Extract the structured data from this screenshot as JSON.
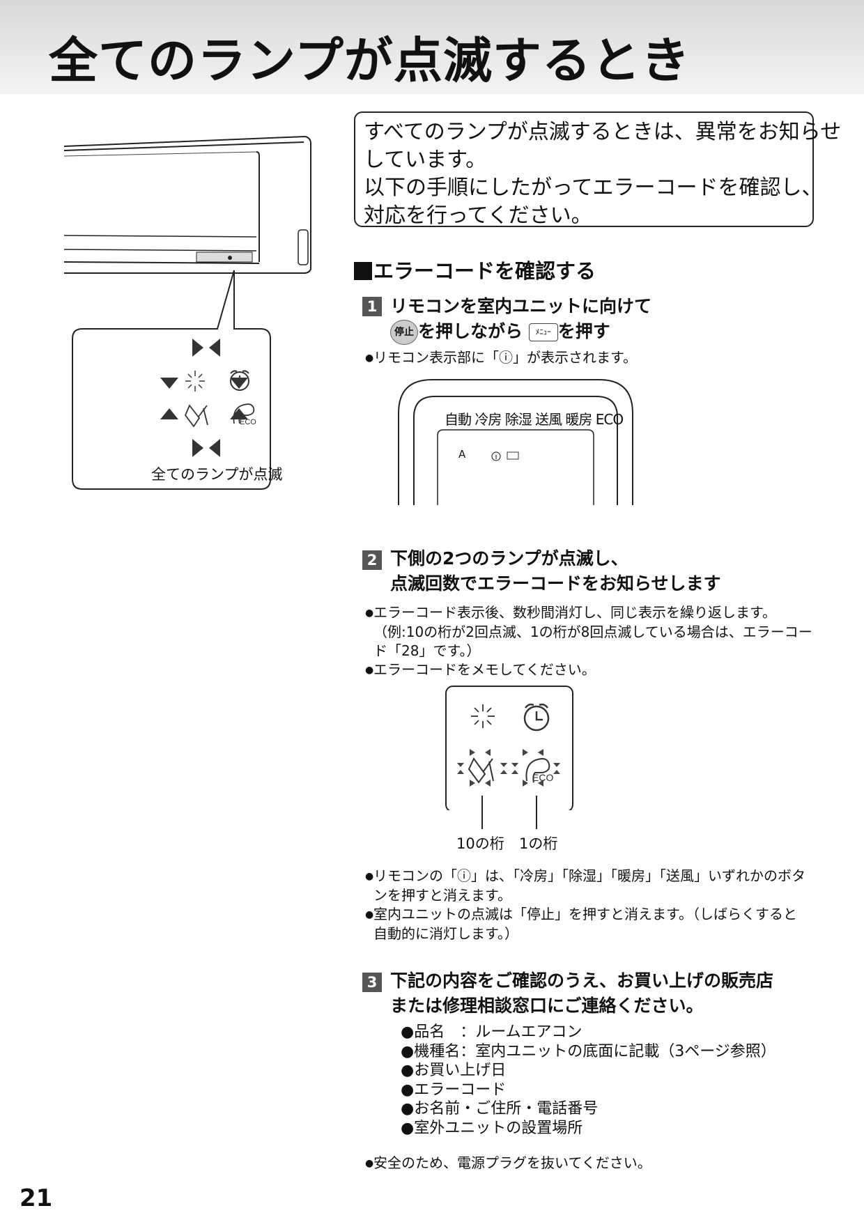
{
  "header": {
    "title": "全てのランプが点滅するとき"
  },
  "intro": {
    "lines": [
      "すべてのランプが点滅するときは、異常をお知らせ",
      "しています。",
      "以下の手順にしたがってエラーコードを確認し、",
      "対応を行ってください。"
    ]
  },
  "unit_figure": {
    "caption": "全てのランプが点滅"
  },
  "section": {
    "title": "エラーコードを確認する"
  },
  "step1": {
    "num": "1",
    "line1": "リモコンを室内ユニットに向けて",
    "stop_button": "停止",
    "text_a": "を押しながら",
    "menu_button": "ﾒﾆｭｰ",
    "text_b": "を押す",
    "note": "リモコン表示部に「ⓘ」が表示されます。",
    "remote": {
      "modes": "自動 冷房 除湿 送風 暖房 ECO",
      "indicator": "A"
    }
  },
  "step2": {
    "num": "2",
    "line1": "下側の2つのランプが点滅し、",
    "line2": "点滅回数でエラーコードをお知らせします",
    "note1": "エラーコード表示後、数秒間消灯し、同じ表示を繰り返します。",
    "note1b": "（例:10の桁が2回点滅、1の桁が8回点滅している場合は、エラーコー",
    "note1c": "ド「28」です。）",
    "note2": "エラーコードをメモしてください。",
    "label_tens": "10の桁",
    "label_ones": "1の桁",
    "note3": "リモコンの「ⓘ」は、「冷房」「除湿」「暖房」「送風」いずれかのボタ",
    "note3b": "ンを押すと消えます。",
    "note4": "室内ユニットの点滅は「停止」を押すと消えます。（しばらくすると",
    "note4b": "自動的に消灯します。）"
  },
  "step3": {
    "num": "3",
    "line1": "下記の内容をご確認のうえ、お買い上げの販売店",
    "line2": "または修理相談窓口にご連絡ください。",
    "items": [
      "●品名　：ルームエアコン",
      "●機種名：室内ユニットの底面に記載（3ページ参照）",
      "●お買い上げ日",
      "●エラーコード",
      "●お名前・ご住所・電話番号",
      "●室外ユニットの設置場所"
    ],
    "note": "安全のため、電源プラグを抜いてください。"
  },
  "eco_label": "ECO",
  "page_number": "21"
}
